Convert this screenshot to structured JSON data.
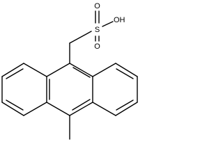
{
  "molecule": {
    "atoms": {
      "sulfur": "S",
      "oxygen_top": "O",
      "oxygen_bottom": "O",
      "hydroxyl": "OH"
    }
  }
}
